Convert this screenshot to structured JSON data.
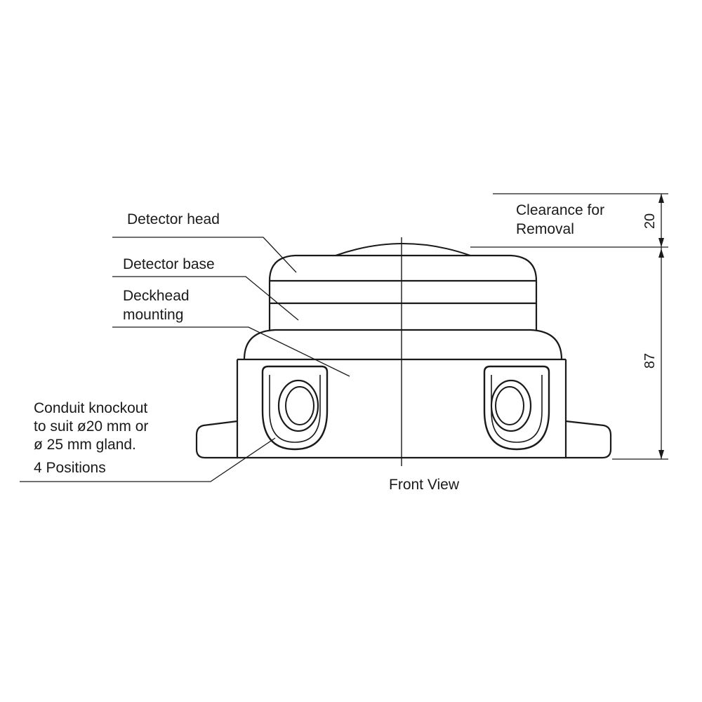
{
  "labels": {
    "detector_head": "Detector head",
    "detector_base": "Detector base",
    "deckhead_mounting": [
      "Deckhead",
      "mounting"
    ],
    "conduit_knockout": [
      "Conduit knockout",
      "to suit ø20 mm or",
      "ø 25 mm gland.",
      "4 Positions"
    ],
    "clearance": [
      "Clearance for",
      "Removal"
    ],
    "view_caption": "Front View"
  },
  "dimensions": {
    "clearance_value": "20",
    "height_value": "87"
  },
  "colors": {
    "line": "#1a1a1a",
    "background": "#ffffff"
  }
}
